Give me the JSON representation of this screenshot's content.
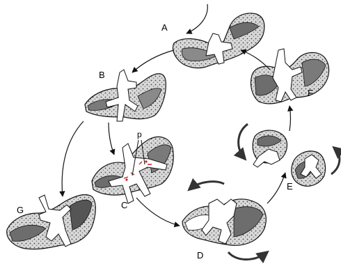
{
  "diagram": {
    "stages": [
      {
        "id": "A",
        "label": "A"
      },
      {
        "id": "B",
        "label": "B"
      },
      {
        "id": "C",
        "label": "C"
      },
      {
        "id": "D",
        "label": "D"
      },
      {
        "id": "E",
        "label": "E"
      },
      {
        "id": "F",
        "label": "F"
      },
      {
        "id": "G",
        "label": "G"
      }
    ],
    "annotation": {
      "label": "p"
    },
    "colors": {
      "ink": "#111111",
      "shade": "#555555",
      "light": "#ffffff",
      "highlight": "#cc2222"
    }
  }
}
